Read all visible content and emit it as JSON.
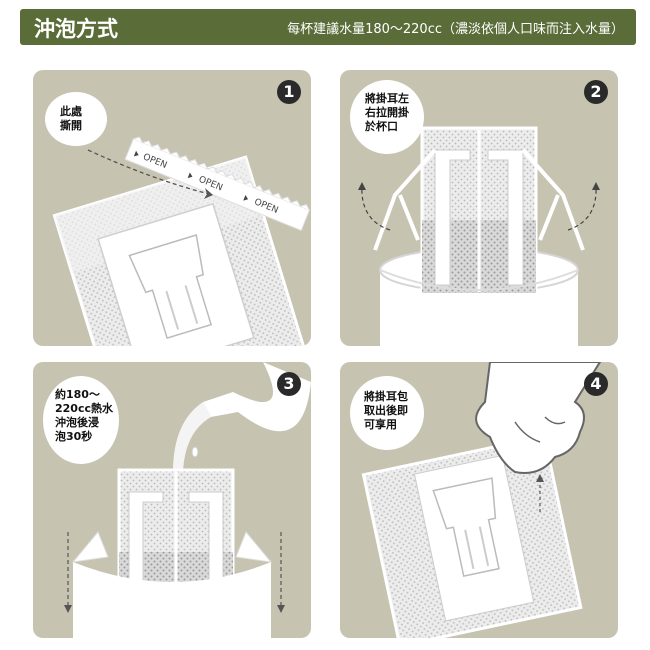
{
  "header": {
    "title": "沖泡方式",
    "note": "每杯建議水量180～220cc（濃淡依個人口味而注入水量）"
  },
  "steps": [
    {
      "number": "1",
      "lines": [
        "此處",
        "撕開"
      ],
      "strip_label": "OPEN"
    },
    {
      "number": "2",
      "lines": [
        "將掛耳左",
        "右拉開掛",
        "於杯口"
      ]
    },
    {
      "number": "3",
      "lines": [
        "約180～",
        "220cc熱水",
        "沖泡後浸",
        "泡30秒"
      ]
    },
    {
      "number": "4",
      "lines": [
        "將掛耳包",
        "取出後即",
        "可享用"
      ]
    }
  ],
  "colors": {
    "header": "#5a6c38",
    "panel": "#c6c3b1",
    "badge": "#2a2a2a"
  }
}
